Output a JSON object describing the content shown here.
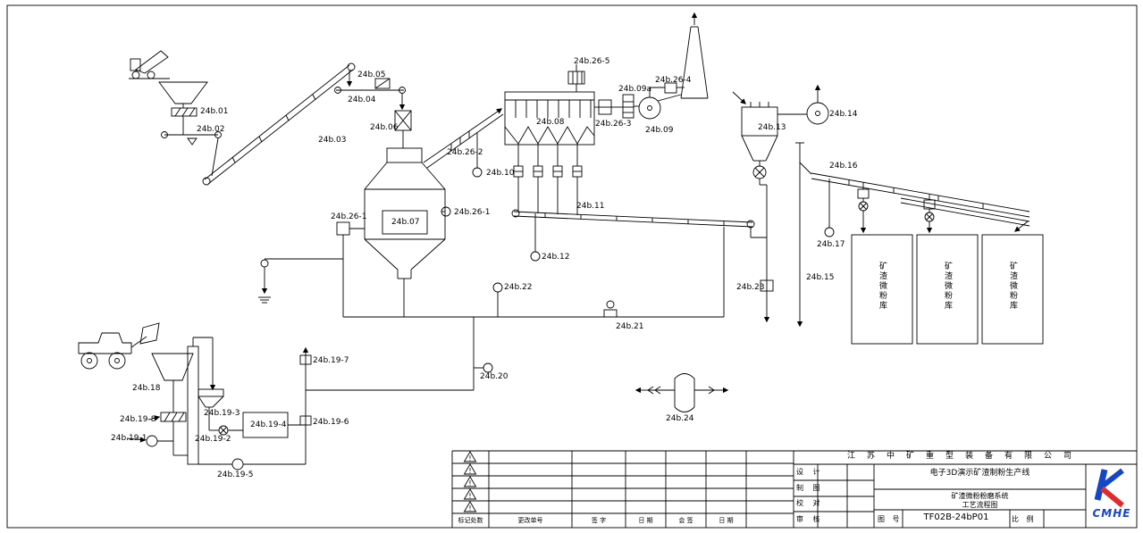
{
  "drawing": {
    "labels": {
      "e01": "24b.01",
      "e02": "24b.02",
      "e03": "24b.03",
      "e04": "24b.04",
      "e05": "24b.05",
      "e06": "24b.06",
      "e07": "24b.07",
      "e08": "24b.08",
      "e09": "24b.09",
      "e09a": "24b.09a",
      "e10": "24b.10",
      "e11": "24b.11",
      "e12": "24b.12",
      "e13": "24b.13",
      "e14": "24b.14",
      "e15": "24b.15",
      "e16": "24b.16",
      "e17": "24b.17",
      "e18": "24b.18",
      "e19_1": "24b.19-1",
      "e19_2": "24b.19-2",
      "e19_3": "24b.19-3",
      "e19_4": "24b.19-4",
      "e19_5": "24b.19-5",
      "e19_6": "24b.19-6",
      "e19_7": "24b.19-7",
      "e19_8": "24b.19-8",
      "e20": "24b.20",
      "e21": "24b.21",
      "e22": "24b.22",
      "e23": "24b.23",
      "e24": "24b.24",
      "e26_1": "24b.26-1",
      "e26_2": "24b.26-2",
      "e26_3": "24b.26-3",
      "e26_4": "24b.26-4",
      "e26_5": "24b.26-5"
    },
    "silo_label": "矿渣微粉库"
  },
  "title_block": {
    "company": "江苏中矿重型装备有限公司",
    "project": "电子3D演示矿渣制粉生产线",
    "drawing_title_line1": "矿渣微粉粉磨系统",
    "drawing_title_line2": "工艺流程图",
    "drawing_no_label": "图 号",
    "drawing_no": "TF02B-24bP01",
    "scale_label": "比 例",
    "roles": [
      "设 计",
      "制 图",
      "校 对",
      "审 核"
    ],
    "revision_columns": [
      "标记处数",
      "更改单号",
      "签 字",
      "日 期",
      "会 签",
      "日 期"
    ],
    "warning_mark": "!",
    "logo_text": "CMHE"
  }
}
